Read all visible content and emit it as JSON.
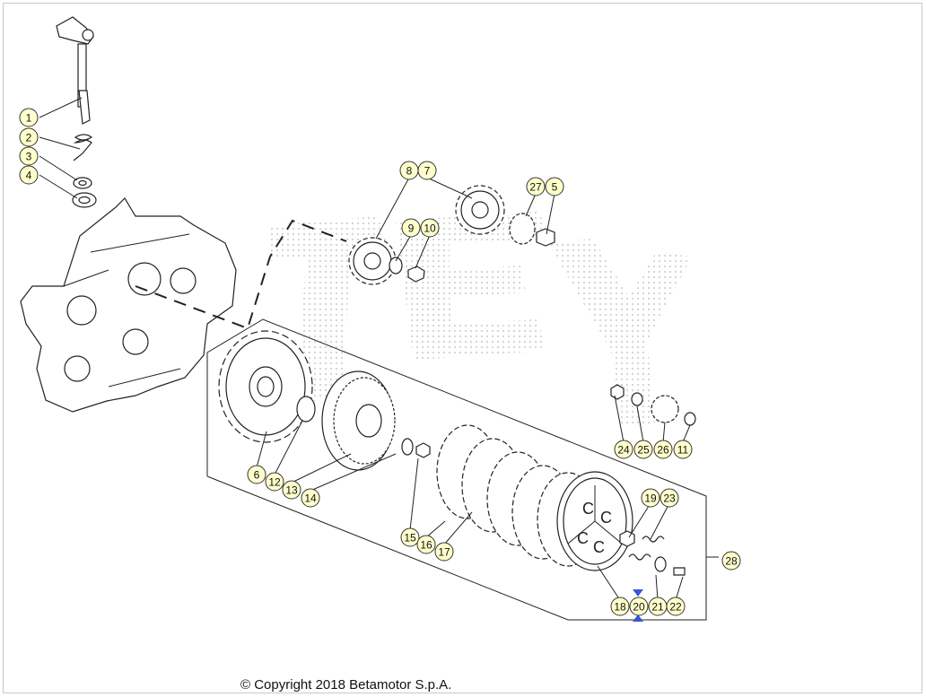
{
  "copyright": "© Copyright 2018 Betamotor S.p.A.",
  "callouts": [
    {
      "label": "1"
    },
    {
      "label": "2"
    },
    {
      "label": "3"
    },
    {
      "label": "4"
    },
    {
      "label": "8"
    },
    {
      "label": "7"
    },
    {
      "label": "27"
    },
    {
      "label": "5"
    },
    {
      "label": "9"
    },
    {
      "label": "10"
    },
    {
      "label": "24"
    },
    {
      "label": "25"
    },
    {
      "label": "26"
    },
    {
      "label": "11"
    },
    {
      "label": "6"
    },
    {
      "label": "12"
    },
    {
      "label": "13"
    },
    {
      "label": "14"
    },
    {
      "label": "15"
    },
    {
      "label": "16"
    },
    {
      "label": "17"
    },
    {
      "label": "19"
    },
    {
      "label": "23"
    },
    {
      "label": "28"
    },
    {
      "label": "18"
    },
    {
      "label": "20"
    },
    {
      "label": "21"
    },
    {
      "label": "22"
    }
  ],
  "colors": {
    "callout_fill": "#ffffcc",
    "marker": "#3a55d6"
  }
}
